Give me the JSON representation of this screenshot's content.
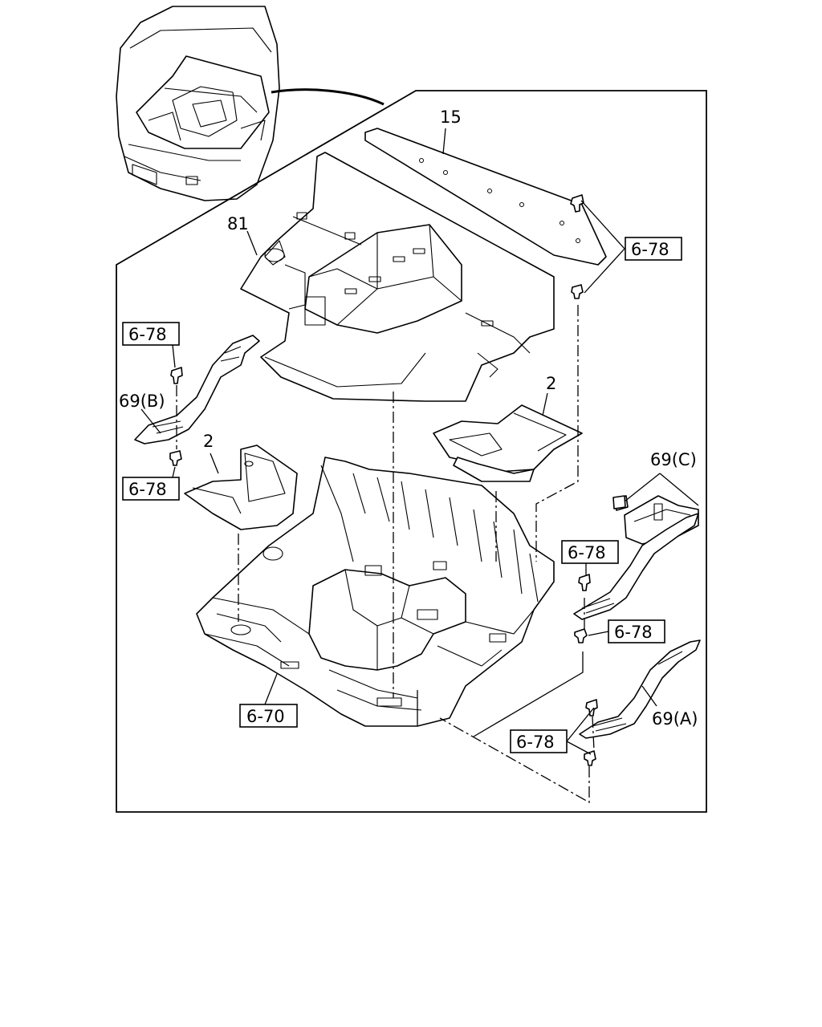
{
  "labels": {
    "part_15": "15",
    "part_81": "81",
    "part_2_right": "2",
    "part_2_left": "2",
    "part_69b": "69(B)",
    "part_69c": "69(C)",
    "part_69a": "69(A)"
  },
  "refs": {
    "r1": "6-78",
    "r2": "6-78",
    "r3": "6-78",
    "r4": "6-78",
    "r5": "6-78",
    "r6": "6-78",
    "r7": "6-70"
  }
}
